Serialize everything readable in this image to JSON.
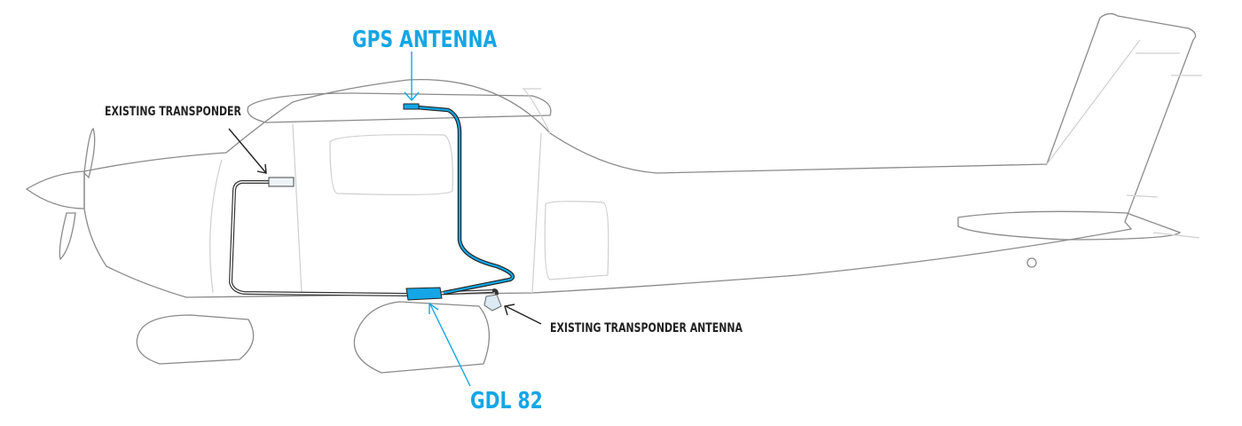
{
  "labels": {
    "gps_antenna": "GPS ANTENNA",
    "existing_transponder": "EXISTING TRANSPONDER",
    "existing_transponder_antenna": "EXISTING TRANSPONDER ANTENNA",
    "gdl82": "GDL 82"
  },
  "colors": {
    "accent": "#14a6e6",
    "outline": "#8a8a8a",
    "light_line": "#cfcfcf",
    "callout": "#222222"
  }
}
